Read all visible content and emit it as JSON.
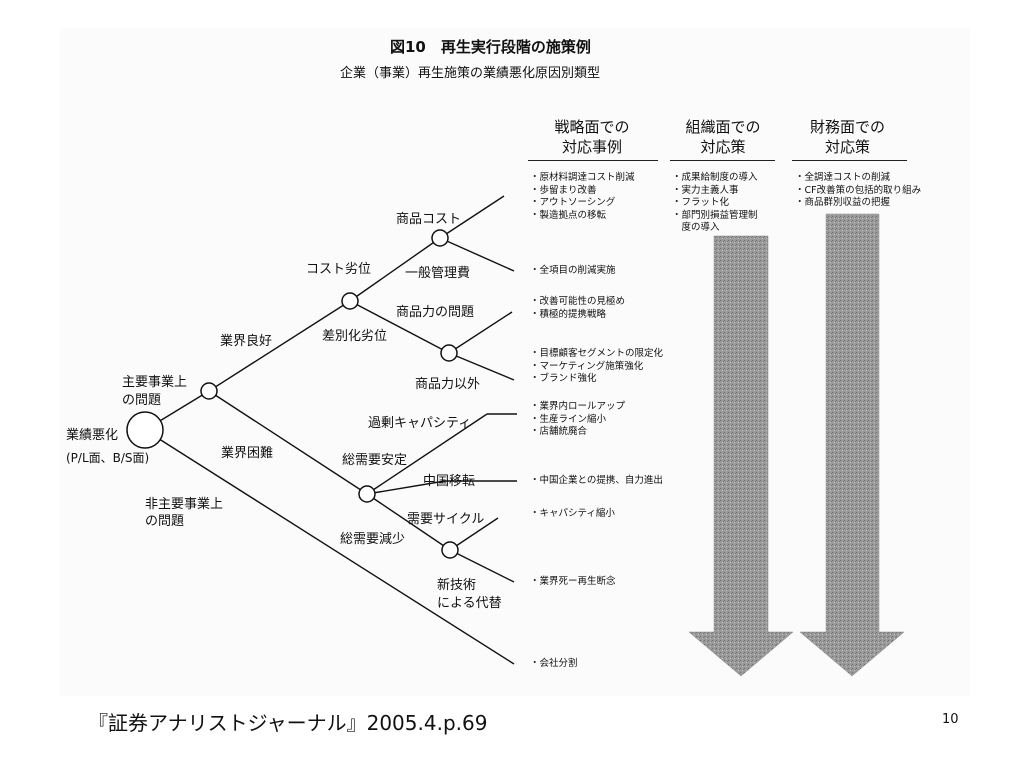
{
  "figure": {
    "title": "図10　再生実行段階の施策例",
    "subtitle": "企業（事業）再生施策の業績悪化原因別類型"
  },
  "columns": {
    "strategy": {
      "heading_line1": "戦略面での",
      "heading_line2": "対応事例"
    },
    "organization": {
      "heading_line1": "組織面での",
      "heading_line2": "対応策"
    },
    "finance": {
      "heading_line1": "財務面での",
      "heading_line2": "対応策"
    }
  },
  "tree": {
    "root_label": "業績悪化",
    "root_sub": "(P/L面、B/S面)",
    "main_problem_l1": "主要事業上",
    "main_problem_l2": "の問題",
    "non_main_l1": "非主要事業上",
    "non_main_l2": "の問題",
    "industry_good": "業界良好",
    "industry_hard": "業界困難",
    "cost_disadvantage": "コスト劣位",
    "diff_disadvantage": "差別化劣位",
    "product_cost": "商品コスト",
    "general_admin": "一般管理費",
    "product_power": "商品力の問題",
    "non_product": "商品力以外",
    "demand_stable": "総需要安定",
    "excess_capacity": "過剰キャパシティ",
    "china_move": "中国移転",
    "demand_decrease": "総需要減少",
    "demand_cycle": "需要サイクル",
    "new_tech_l1": "新技術",
    "new_tech_l2": "による代替"
  },
  "strategy_items": {
    "product_cost": [
      "・原材料調達コスト削減",
      "・歩留まり改善",
      "・アウトソーシング",
      "・製造拠点の移転"
    ],
    "general_admin": [
      "・全項目の削減実施"
    ],
    "product_power": [
      "・改善可能性の見極め",
      "・積極的提携戦略"
    ],
    "non_product": [
      "・目標顧客セグメントの限定化",
      "・マーケティング施策強化",
      "・ブランド強化"
    ],
    "excess_capacity": [
      "・業界内ロールアップ",
      "・生産ライン縮小",
      "・店舗統廃合"
    ],
    "china_move": [
      "・中国企業との提携、自力進出"
    ],
    "demand_cycle": [
      "・キャパシティ縮小"
    ],
    "new_tech": [
      "・業界死ー再生断念"
    ],
    "non_main": [
      "・会社分割"
    ]
  },
  "organization_items": [
    "・成果給制度の導入",
    "・実力主義人事",
    "・フラット化",
    "・部門別損益管理制",
    "　度の導入"
  ],
  "finance_items": [
    "・全調達コストの削減",
    "・CF改善策の包括的取り組み",
    "・商品群別収益の把握"
  ],
  "footer": {
    "citation": "『証券アナリストジャーナル』2005.4.p.69",
    "page_number": "10"
  }
}
